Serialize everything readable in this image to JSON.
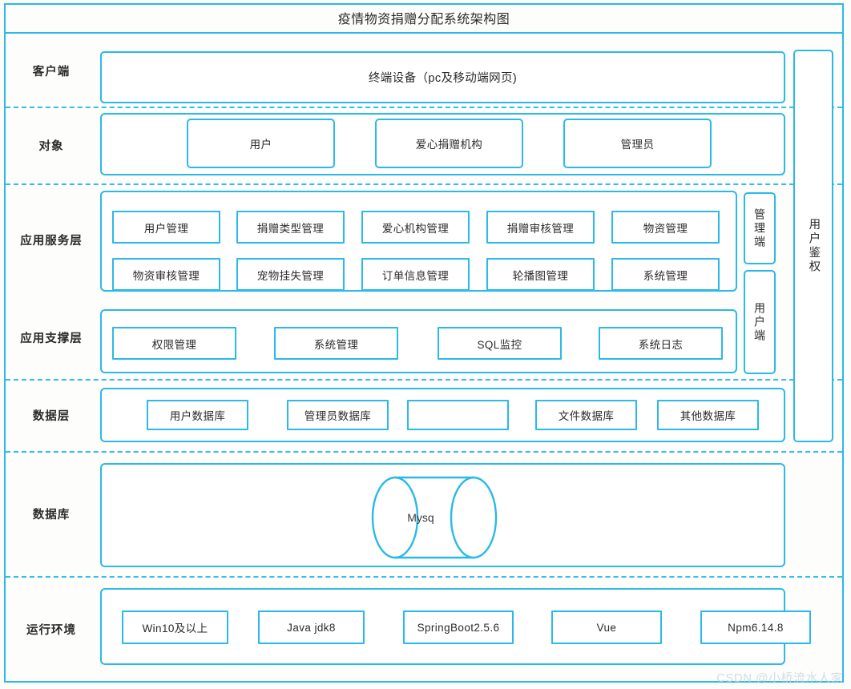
{
  "diagram": {
    "title": "疫情物资捐赠分配系统架构图",
    "watermark": "CSDN @小桥流水人家"
  },
  "rows": {
    "client": {
      "label": "客户端",
      "terminal": "终端设备（pc及移动端网页)"
    },
    "object": {
      "label": "对象",
      "items": [
        "用户",
        "爱心捐赠机构",
        "管理员"
      ]
    },
    "app_service": {
      "label": "应用服务层",
      "items_row1": [
        "用户管理",
        "捐赠类型管理",
        "爱心机构管理",
        "捐赠审核管理",
        "物资管理"
      ],
      "items_row2": [
        "物资审核管理",
        "宠物挂失管理",
        "订单信息管理",
        "轮播图管理",
        "系统管理"
      ]
    },
    "app_support": {
      "label": "应用支撑层",
      "items": [
        "权限管理",
        "系统管理",
        "SQL监控",
        "系统日志"
      ]
    },
    "data_layer": {
      "label": "数据层",
      "items": [
        "用户数据库",
        "管理员数据库",
        "",
        "文件数据库",
        "其他数据库"
      ]
    },
    "database": {
      "label": "数据库",
      "cylinder": "Mysq"
    },
    "runtime": {
      "label": "运行环境",
      "items": [
        "Win10及以上",
        "Java jdk8",
        "SpringBoot2.5.6",
        "Vue",
        "Npm6.14.8"
      ]
    }
  },
  "side": {
    "admin_client": "管理端",
    "user_client": "用户端",
    "auth": "用户鉴权"
  },
  "colors": {
    "accent": "#2ab9e8",
    "text": "#2b2b2b",
    "background": "#fcfdfb"
  }
}
